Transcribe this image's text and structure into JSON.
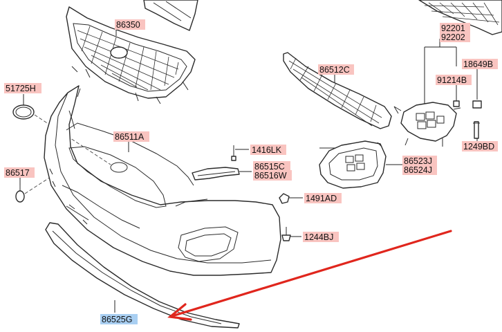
{
  "labels": [
    {
      "id": "86350",
      "text": "86350"
    },
    {
      "id": "51725H",
      "text": "51725H"
    },
    {
      "id": "86517",
      "text": "86517"
    },
    {
      "id": "86511A",
      "text": "86511A"
    },
    {
      "id": "86512C",
      "text": "86512C"
    },
    {
      "id": "92201",
      "text": "92201"
    },
    {
      "id": "92202",
      "text": "92202"
    },
    {
      "id": "18649B",
      "text": "18649B"
    },
    {
      "id": "91214B",
      "text": "91214B"
    },
    {
      "id": "1249BD",
      "text": "1249BD"
    },
    {
      "id": "1416LK",
      "text": "1416LK"
    },
    {
      "id": "86515C",
      "text": "86515C"
    },
    {
      "id": "86516W",
      "text": "86516W"
    },
    {
      "id": "86523J",
      "text": "86523J"
    },
    {
      "id": "86524J",
      "text": "86524J"
    },
    {
      "id": "1491AD",
      "text": "1491AD"
    },
    {
      "id": "1244BJ",
      "text": "1244BJ"
    },
    {
      "id": "86525G",
      "text": "86525G",
      "highlighted": true
    }
  ],
  "colors": {
    "label_fill": "#f9c4c0",
    "highlight_fill": "#a9cff2",
    "arrow": "#e0261d"
  }
}
